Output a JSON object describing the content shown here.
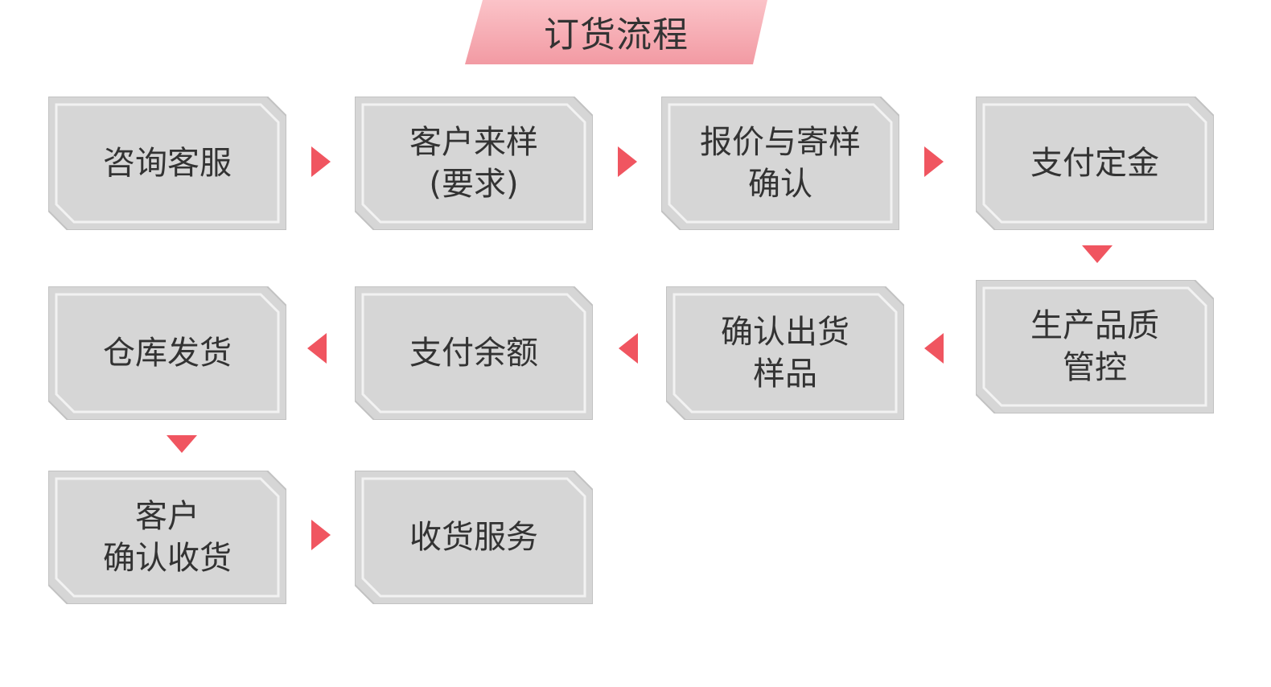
{
  "title": "订货流程",
  "colors": {
    "accent": "#f05560",
    "banner": "#f4a4ab",
    "box_fill": "#d6d6d6",
    "box_edge": "#c2c2c2",
    "box_line": "#f2f2f2",
    "text": "#333333"
  },
  "steps": [
    {
      "label": "咨询客服"
    },
    {
      "label": "客户来样\n(要求)"
    },
    {
      "label": "报价与寄样\n确认"
    },
    {
      "label": "支付定金"
    },
    {
      "label": "生产品质\n管控"
    },
    {
      "label": "确认出货\n样品"
    },
    {
      "label": "支付余额"
    },
    {
      "label": "仓库发货"
    },
    {
      "label": "客户\n确认收货"
    },
    {
      "label": "收货服务"
    }
  ]
}
